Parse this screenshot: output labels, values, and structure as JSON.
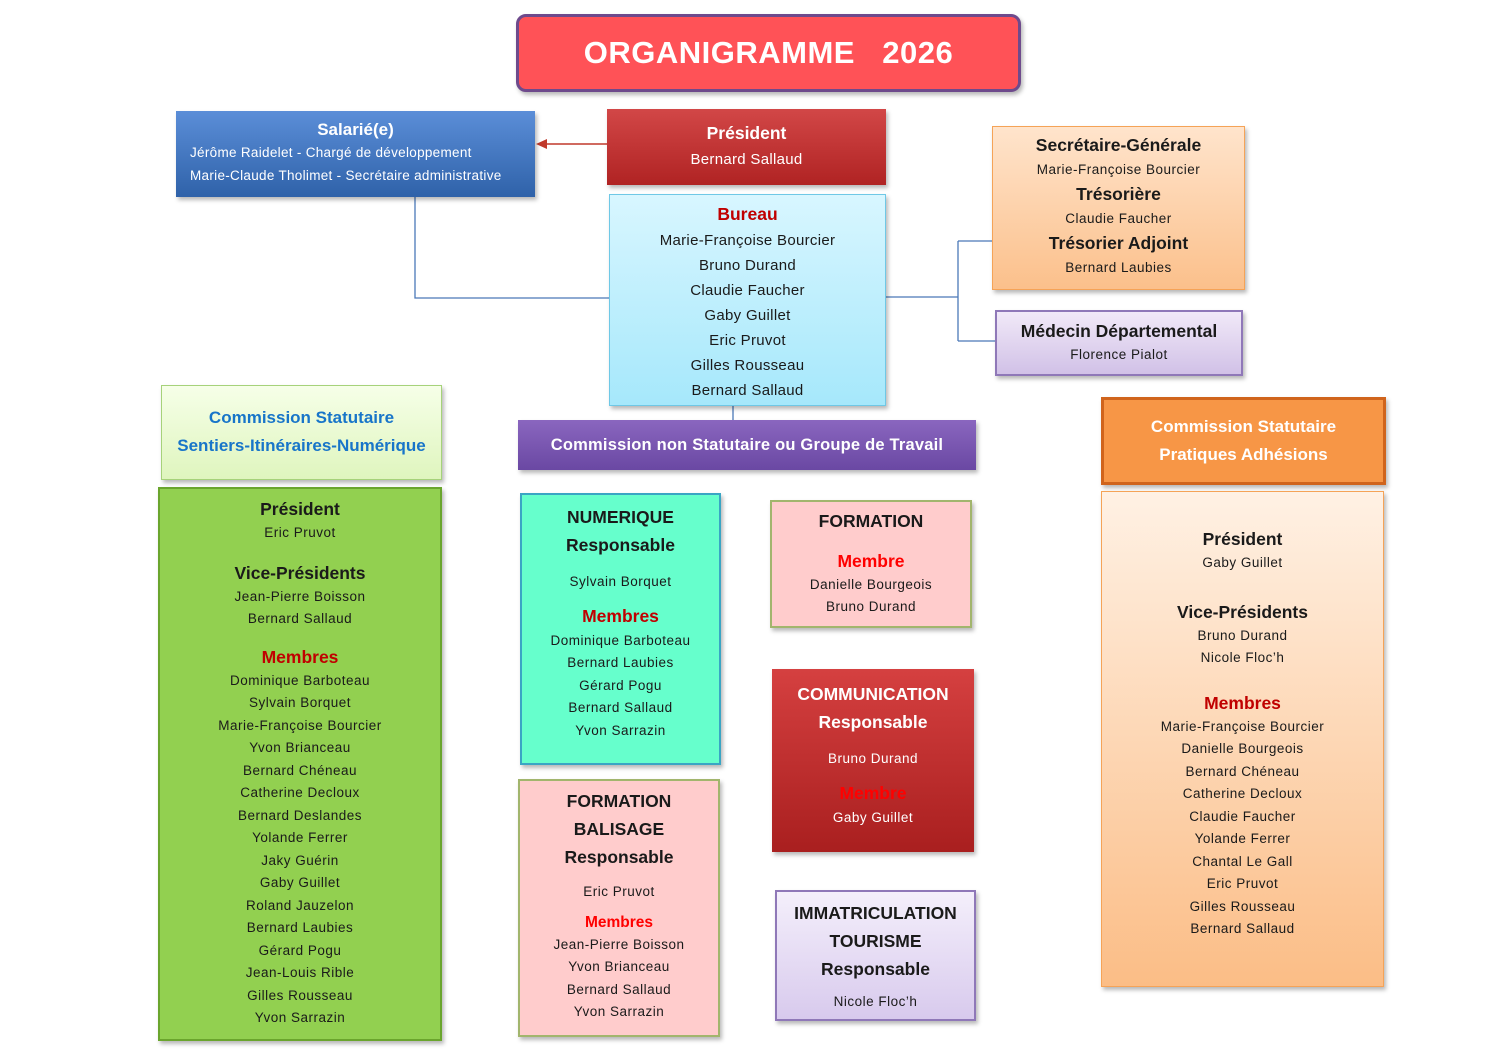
{
  "title": "ORGANIGRAMME   2026",
  "salarie": {
    "title": "Salarié(e)",
    "lines": [
      "Jérôme Raidelet - Chargé de développement",
      "Marie-Claude Tholimet -  Secrétaire administrative"
    ]
  },
  "president": {
    "title": "Président",
    "name": "Bernard Sallaud"
  },
  "bureau": {
    "title": "Bureau",
    "members": [
      "Marie-Françoise Bourcier",
      "Bruno Durand",
      "Claudie Faucher",
      "Gaby Guillet",
      "Eric Pruvot",
      "Gilles Rousseau",
      "Bernard Sallaud"
    ]
  },
  "secretariat": {
    "sg_title": "Secrétaire-Générale",
    "sg_name": "Marie-Françoise Bourcier",
    "tr_title": "Trésorière",
    "tr_name": "Claudie Faucher",
    "ta_title": "Trésorier Adjoint",
    "ta_name": "Bernard Laubies"
  },
  "medecin": {
    "title": "Médecin Départemental",
    "name": "Florence Pialot"
  },
  "commission_sentiers": {
    "header": [
      "Commission Statutaire",
      "Sentiers-Itinéraires-Numérique"
    ],
    "president_title": "Président",
    "president": "Eric Pruvot",
    "vp_title": "Vice-Présidents",
    "vps": [
      "Jean-Pierre Boisson",
      "Bernard Sallaud"
    ],
    "members_title": "Membres",
    "members": [
      "Dominique Barboteau",
      "Sylvain Borquet",
      "Marie-Françoise Bourcier",
      "Yvon Brianceau",
      "Bernard Chéneau",
      "Catherine Decloux",
      "Bernard Deslandes",
      "Yolande Ferrer",
      "Jaky Guérin",
      "Gaby Guillet",
      "Roland Jauzelon",
      "Bernard Laubies",
      "Gérard Pogu",
      "Jean-Louis Rible",
      "Gilles Rousseau",
      "Yvon Sarrazin"
    ]
  },
  "commission_non_statutaire": {
    "title": "Commission non Statutaire ou Groupe de Travail"
  },
  "numerique": {
    "title": "NUMERIQUE",
    "role": "Responsable",
    "responsable": "Sylvain Borquet",
    "members_title": "Membres",
    "members": [
      "Dominique Barboteau",
      "Bernard Laubies",
      "Gérard Pogu",
      "Bernard Sallaud",
      "Yvon Sarrazin"
    ]
  },
  "formation_balisage": {
    "title1": "FORMATION",
    "title2": "BALISAGE",
    "role": "Responsable",
    "responsable": "Eric Pruvot",
    "members_title": "Membres",
    "members": [
      "Jean-Pierre Boisson",
      "Yvon Brianceau",
      "Bernard Sallaud",
      "Yvon Sarrazin"
    ]
  },
  "formation": {
    "title": "FORMATION",
    "members_title": "Membre",
    "members": [
      "Danielle Bourgeois",
      "Bruno Durand"
    ]
  },
  "communication": {
    "title": "COMMUNICATION",
    "role": "Responsable",
    "responsable": "Bruno Durand",
    "members_title": "Membre",
    "members": [
      "Gaby Guillet"
    ]
  },
  "immatriculation": {
    "title1": "IMMATRICULATION",
    "title2": "TOURISME",
    "role": "Responsable",
    "responsable": "Nicole Floc’h"
  },
  "commission_adhesions": {
    "header": [
      "Commission Statutaire",
      "Pratiques Adhésions"
    ],
    "president_title": "Président",
    "president": "Gaby Guillet",
    "vp_title": "Vice-Présidents",
    "vps": [
      "Bruno Durand",
      "Nicole Floc’h"
    ],
    "members_title": "Membres",
    "members": [
      "Marie-Françoise Bourcier",
      "Danielle Bourgeois",
      "Bernard Chéneau",
      "Catherine Decloux",
      "Claudie Faucher",
      "Yolande Ferrer",
      "Chantal Le Gall",
      "Eric Pruvot",
      "Gilles Rousseau",
      "Bernard Sallaud"
    ]
  },
  "colors": {
    "title_bg": "#ff5257",
    "salarie_bg": "#2f62a9",
    "president_bg": "#c0392b",
    "bureau_bg": "#a6e8fb",
    "secretariat_bg": "#fbc08b",
    "medecin_bg": "#d1c1e7",
    "commission_sentiers_bg": "#92d050",
    "commission_non_statutaire_bg": "#7a56b1",
    "numerique_bg": "#66ffcc",
    "formation_bg": "#ffcccc",
    "communication_bg": "#c0392b",
    "immatriculation_bg": "#d8caed",
    "commission_adhesions_bg": "#f79646",
    "connector": "#4a78b8",
    "arrow": "#c0392b"
  }
}
